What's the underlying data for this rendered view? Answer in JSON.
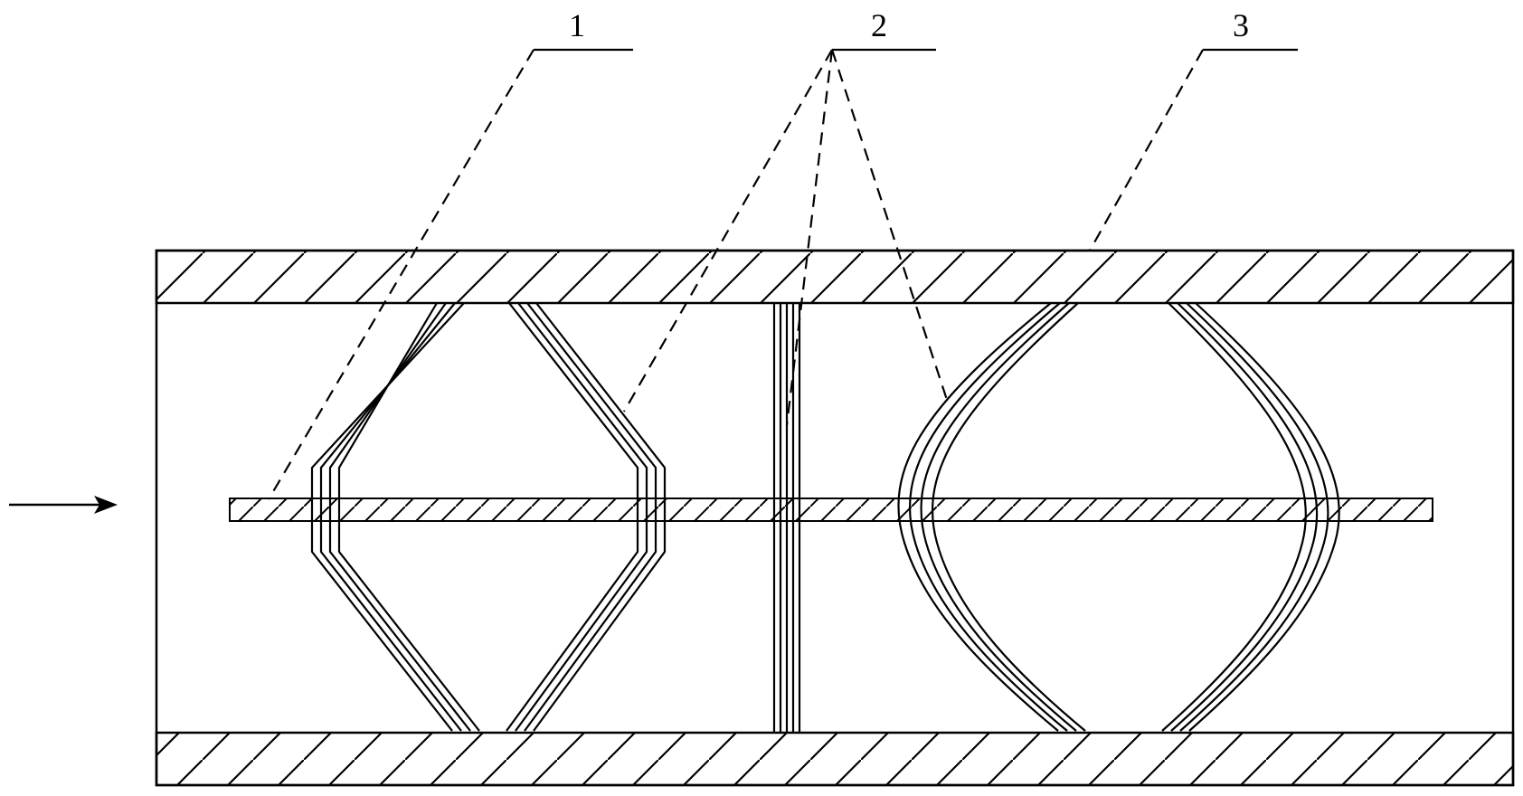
{
  "labels": [
    {
      "id": "label-1",
      "text": "1"
    },
    {
      "id": "label-2",
      "text": "2"
    },
    {
      "id": "label-3",
      "text": "3"
    }
  ],
  "colors": {
    "stroke": "#000000",
    "background": "#ffffff"
  },
  "icons": {
    "inlet": "arrow-right-icon"
  }
}
